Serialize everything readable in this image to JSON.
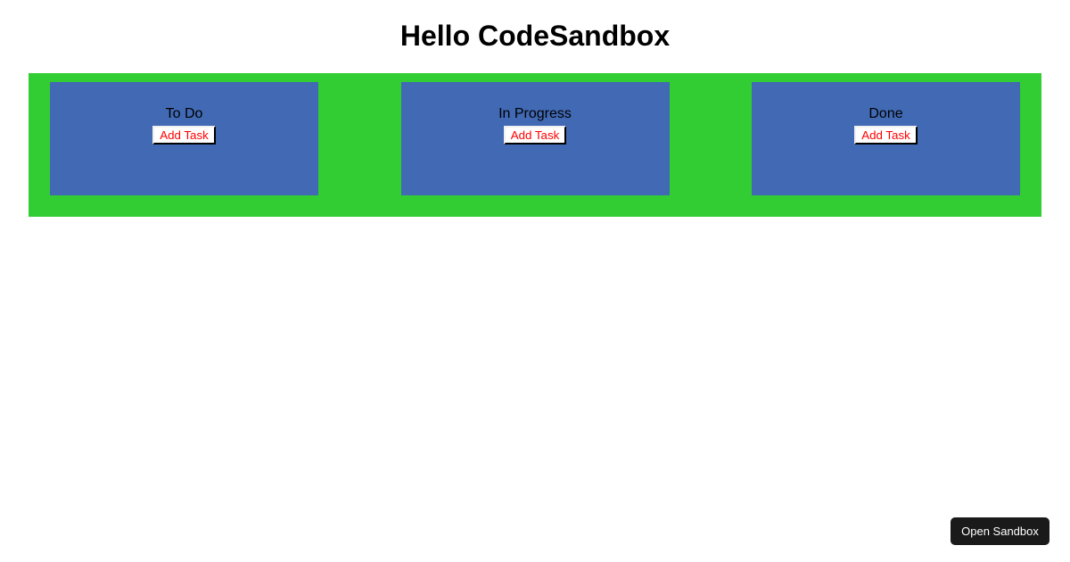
{
  "page": {
    "title": "Hello CodeSandbox",
    "background_color": "#ffffff"
  },
  "board": {
    "background_color": "#32cd32",
    "column_background_color": "#4169b4",
    "columns": [
      {
        "id": "todo",
        "title": "To Do",
        "add_button_label": "Add Task"
      },
      {
        "id": "in-progress",
        "title": "In Progress",
        "add_button_label": "Add Task"
      },
      {
        "id": "done",
        "title": "Done",
        "add_button_label": "Add Task"
      }
    ]
  },
  "footer": {
    "open_sandbox_label": "Open Sandbox",
    "open_sandbox_bg": "#1a1a1a",
    "open_sandbox_color": "#ffffff"
  }
}
